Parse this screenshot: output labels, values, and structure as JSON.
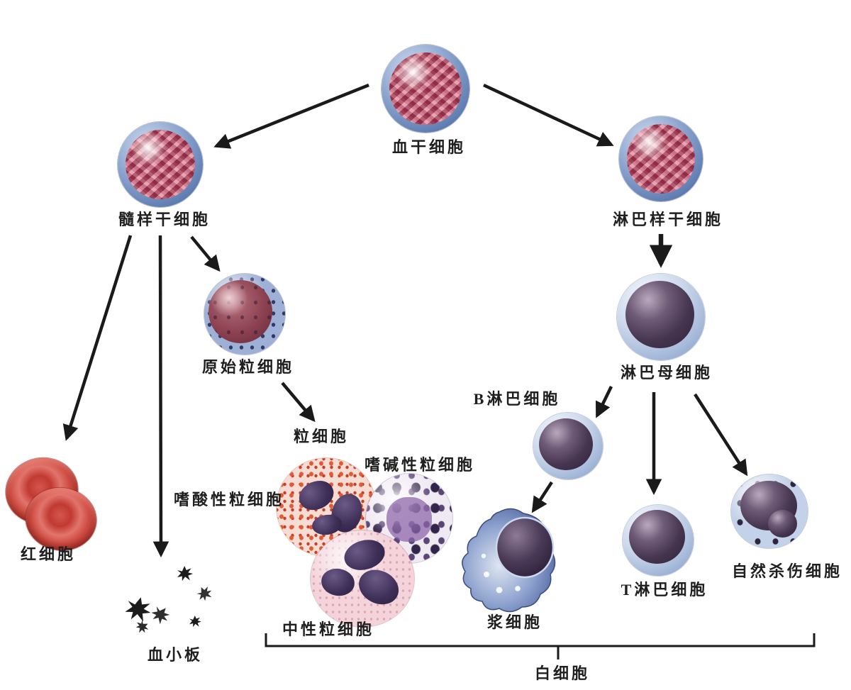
{
  "diagram": {
    "type": "hematopoiesis-lineage",
    "background": "#ffffff",
    "colors": {
      "arrow": "#1a1a1a",
      "label_text": "#1f1f1f",
      "stem_rim_blue": "#7f97c4",
      "stem_interior_red": "#c06078",
      "lymph_nucleus_purple": "#3a2a44",
      "eosinophil_granule_red": "#d8452f",
      "basophil_granule_purple": "#32254a",
      "erythrocyte_red": "#c13a31"
    },
    "nodes": {
      "hemocytoblast": {
        "label": "血干细胞"
      },
      "myeloid_stem": {
        "label": "髓样干细胞"
      },
      "lymphoid_stem": {
        "label": "淋巴样干细胞"
      },
      "myeloblast": {
        "label": "原始粒细胞"
      },
      "granulocyte": {
        "label": "粒细胞"
      },
      "eosinophil": {
        "label": "嗜酸性粒细胞"
      },
      "basophil": {
        "label": "嗜碱性粒细胞"
      },
      "neutrophil": {
        "label": "中性粒细胞"
      },
      "erythrocyte": {
        "label": "红细胞"
      },
      "platelet": {
        "label": "血小板"
      },
      "lymphoblast": {
        "label": "淋巴母细胞"
      },
      "b_lymphocyte": {
        "label": "B淋巴细胞"
      },
      "t_lymphocyte": {
        "label": "T淋巴细胞"
      },
      "nk_cell": {
        "label": "自然杀伤细胞"
      },
      "plasma_cell": {
        "label": "浆细胞"
      },
      "leukocyte_group": {
        "label": "白细胞"
      }
    },
    "edges": [
      {
        "from": "hemocytoblast",
        "to": "myeloid_stem"
      },
      {
        "from": "hemocytoblast",
        "to": "lymphoid_stem"
      },
      {
        "from": "myeloid_stem",
        "to": "erythrocyte"
      },
      {
        "from": "myeloid_stem",
        "to": "platelet"
      },
      {
        "from": "myeloid_stem",
        "to": "myeloblast"
      },
      {
        "from": "myeloblast",
        "to": "granulocyte"
      },
      {
        "from": "lymphoid_stem",
        "to": "lymphoblast"
      },
      {
        "from": "lymphoblast",
        "to": "b_lymphocyte"
      },
      {
        "from": "lymphoblast",
        "to": "t_lymphocyte"
      },
      {
        "from": "lymphoblast",
        "to": "nk_cell"
      },
      {
        "from": "b_lymphocyte",
        "to": "plasma_cell"
      }
    ],
    "bracket": {
      "label": "白细胞",
      "spans_members": [
        "中性粒细胞",
        "浆细胞",
        "T淋巴细胞",
        "自然杀伤细胞",
        "嗜酸性粒细胞",
        "嗜碱性粒细胞"
      ]
    }
  }
}
